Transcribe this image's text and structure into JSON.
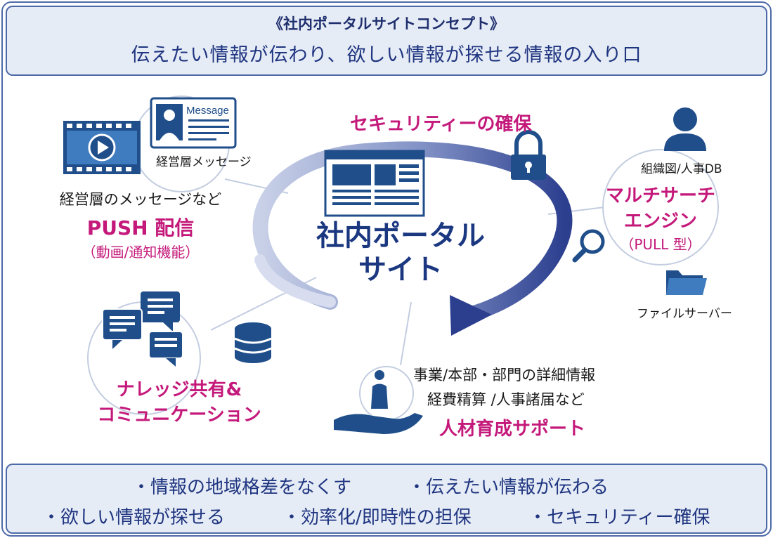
{
  "header": {
    "title": "《社内ポータルサイトコンセプト》",
    "subtitle": "伝えたい情報が伝わり、欲しい情報が探せる情報の入り口"
  },
  "center": {
    "line1": "社内ポータル",
    "line2": "サイト"
  },
  "security": {
    "label": "セキュリティーの確保"
  },
  "push": {
    "card_label": "Message",
    "exec_label": "経営層メッセージ",
    "desc": "経営層のメッセージなど",
    "title": "PUSH 配信",
    "sub": "（動画/通知機能）"
  },
  "search": {
    "org_label": "組織図/人事DB",
    "title_line1": "マルチサーチ",
    "title_line2": "エンジン",
    "sub": "（PULL 型）",
    "file_label": "ファイルサーバー"
  },
  "knowledge": {
    "title_line1": "ナレッジ共有&",
    "title_line2": "コミュニケーション"
  },
  "talent": {
    "line1": "事業/本部・部門の詳細情報",
    "line2": "経費精算 /人事諸届など",
    "title": "人材育成サポート"
  },
  "footer": {
    "row1": [
      "・情報の地域格差をなくす",
      "・伝えたい情報が伝わる"
    ],
    "row2": [
      "・欲しい情報が探せる",
      "・効率化/即時性の担保",
      "・セキュリティー確保"
    ]
  },
  "colors": {
    "navy": "#1a3780",
    "magenta": "#c4197a",
    "icon_blue": "#1f4e8a",
    "band_fill": "#e6ecf6",
    "border": "#4d6aa8"
  }
}
